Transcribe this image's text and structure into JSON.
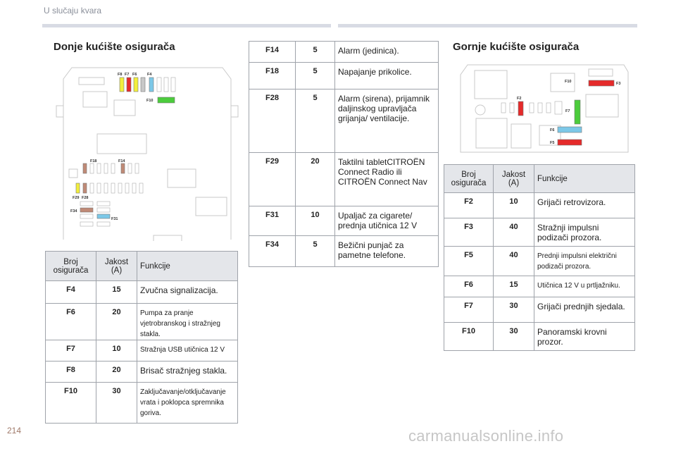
{
  "header": {
    "title": "U slučaju kvara"
  },
  "left_section": {
    "title": "Donje kućište osigurača",
    "diagram_labels": [
      "F8",
      "F7",
      "F6",
      "F4",
      "F10",
      "F18",
      "F14",
      "F29",
      "F28",
      "F34",
      "F31"
    ]
  },
  "right_section": {
    "title": "Gornje kućište osigurača",
    "diagram_labels": [
      "F10",
      "F3",
      "F2",
      "F7",
      "F6",
      "F5"
    ]
  },
  "table_headers": {
    "fuse": "Broj osigurača",
    "amp": "Jakost (A)",
    "func": "Funkcije"
  },
  "table1": [
    {
      "fuse": "F4",
      "amp": "15",
      "func": "Zvučna signalizacija."
    },
    {
      "fuse": "F6",
      "amp": "20",
      "func": "Pumpa za pranje vjetrobranskog i stražnjeg stakla."
    },
    {
      "fuse": "F7",
      "amp": "10",
      "func": "Stražnja USB utičnica 12 V"
    },
    {
      "fuse": "F8",
      "amp": "20",
      "func": "Brisač stražnjeg stakla."
    },
    {
      "fuse": "F10",
      "amp": "30",
      "func": "Zaključavanje/otključavanje vrata i poklopca spremnika goriva."
    }
  ],
  "table2": [
    {
      "fuse": "F14",
      "amp": "5",
      "func": "Alarm (jedinica)."
    },
    {
      "fuse": "F18",
      "amp": "5",
      "func": "Napajanje prikolice."
    },
    {
      "fuse": "F28",
      "amp": "5",
      "func": "Alarm (sirena), prijamnik daljinskog upravljača grijanja/ ventilacije."
    },
    {
      "fuse": "F29",
      "amp": "20",
      "func": "Taktilni tabletCITROËN Connect Radio ili CITROËN Connect Nav"
    },
    {
      "fuse": "F31",
      "amp": "10",
      "func": "Upaljač za cigarete/ prednja utičnica 12 V"
    },
    {
      "fuse": "F34",
      "amp": "5",
      "func": "Bežični punjač za pametne telefone."
    }
  ],
  "table3": [
    {
      "fuse": "F2",
      "amp": "10",
      "func": "Grijači retrovizora."
    },
    {
      "fuse": "F3",
      "amp": "40",
      "func": "Stražnji impulsni podizači prozora."
    },
    {
      "fuse": "F5",
      "amp": "40",
      "func": "Prednji impulsni električni podizači prozora."
    },
    {
      "fuse": "F6",
      "amp": "15",
      "func": "Utičnica 12 V u prtljažniku."
    },
    {
      "fuse": "F7",
      "amp": "30",
      "func": "Grijači prednjih sjedala."
    },
    {
      "fuse": "F10",
      "amp": "30",
      "func": "Panoramski krovni prozor."
    }
  ],
  "page_number": "214",
  "watermark": "carmanualsonline.info",
  "colors": {
    "yellow": "#f2ee3c",
    "red": "#e52a2a",
    "blue": "#7cc8e8",
    "green": "#4ccc3c",
    "brown": "#c08a76"
  }
}
